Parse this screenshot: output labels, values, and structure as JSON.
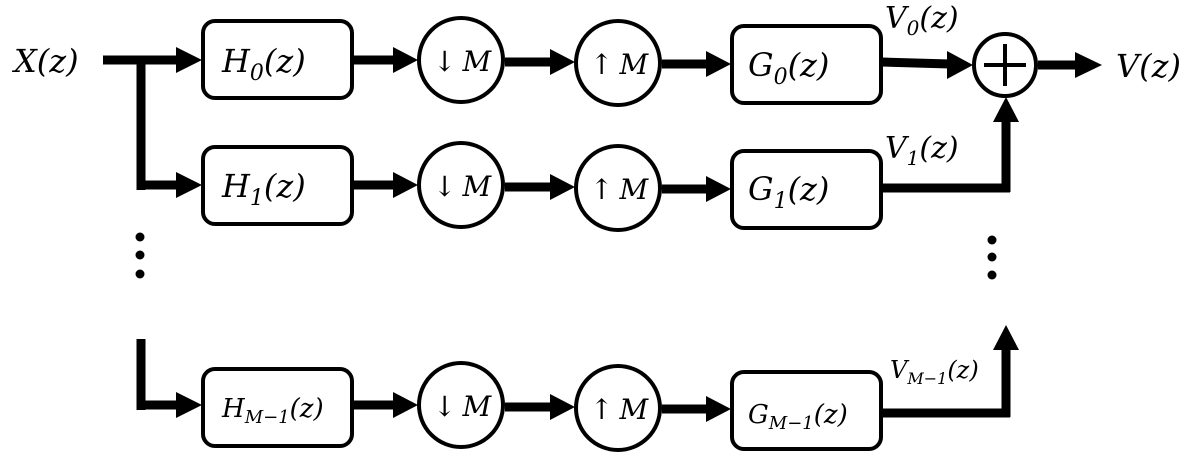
{
  "diagram": {
    "title": "M-channel maximally decimated filter bank",
    "input_label": "X(z)",
    "output_label": "V(z)",
    "summer_symbol": "+",
    "ellipsis": "⋮",
    "branches": [
      {
        "analysis": {
          "base": "H",
          "sub": "0",
          "arg": "(z)"
        },
        "down": {
          "arrow": "↓",
          "factor": "M"
        },
        "up": {
          "arrow": "↑",
          "factor": "M"
        },
        "synthesis": {
          "base": "G",
          "sub": "0",
          "arg": "(z)"
        },
        "out": {
          "base": "V",
          "sub": "0",
          "arg": "(z)"
        }
      },
      {
        "analysis": {
          "base": "H",
          "sub": "1",
          "arg": "(z)"
        },
        "down": {
          "arrow": "↓",
          "factor": "M"
        },
        "up": {
          "arrow": "↑",
          "factor": "M"
        },
        "synthesis": {
          "base": "G",
          "sub": "1",
          "arg": "(z)"
        },
        "out": {
          "base": "V",
          "sub": "1",
          "arg": "(z)"
        }
      },
      {
        "analysis": {
          "base": "H",
          "sub": "M−1",
          "arg": "(z)"
        },
        "down": {
          "arrow": "↓",
          "factor": "M"
        },
        "up": {
          "arrow": "↑",
          "factor": "M"
        },
        "synthesis": {
          "base": "G",
          "sub": "M−1",
          "arg": "(z)"
        },
        "out": {
          "base": "V",
          "sub": "M−1",
          "arg": "(z)"
        }
      }
    ]
  }
}
